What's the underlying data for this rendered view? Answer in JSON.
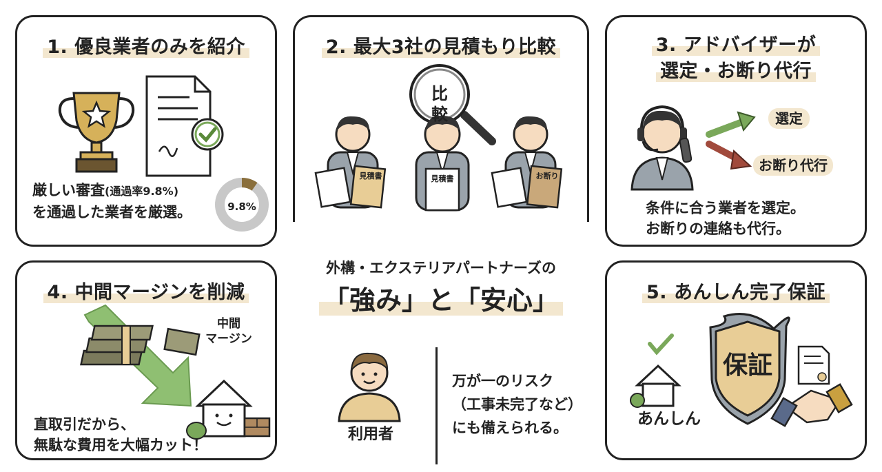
{
  "card1": {
    "title": "1. 優良業者のみを紹介",
    "desc_line1": "厳しい審査",
    "desc_note": "(通過率9.8%)",
    "desc_line2": "を通過した業者を厳選。",
    "gauge_label": "9.8%",
    "gauge_value": 9.8
  },
  "card2": {
    "title": "2. 最大3社の見積もり比較",
    "magnifier_label": "比較",
    "doc_a": "見積書",
    "doc_b": "見積書",
    "doc_c": "お断り"
  },
  "card3": {
    "title_line1": "3. アドバイザーが",
    "title_line2": "選定・お断り代行",
    "arrow_up_label": "選定",
    "arrow_down_label": "お断り代行",
    "desc_line1": "条件に合う業者を選定。",
    "desc_line2": "お断りの連絡も代行。"
  },
  "card4": {
    "title": "4. 中間マージンを削減",
    "margin_label_line1": "中間",
    "margin_label_line2": "マージン",
    "desc_line1": "直取引だから、",
    "desc_line2": "無駄な費用を大幅カット！"
  },
  "card5": {
    "title": "5. あんしん完了保証",
    "shield_label": "保証",
    "house_label": "あんしん"
  },
  "center": {
    "subtitle": "外構・エクステリアパートナーズの",
    "title": "「強み」と「安心」",
    "user_label": "利用者",
    "risk_line1": "万が一のリスク",
    "risk_line2": "（工事未完了など）",
    "risk_line3": "にも備えられる。"
  },
  "colors": {
    "gold": "#c9a040",
    "tan": "#e8cd96",
    "green": "#7aa85a",
    "red": "#a14a3c",
    "gray": "#c8c8c8",
    "brown": "#8a6f3c",
    "highlight": "#f3e7cf"
  }
}
